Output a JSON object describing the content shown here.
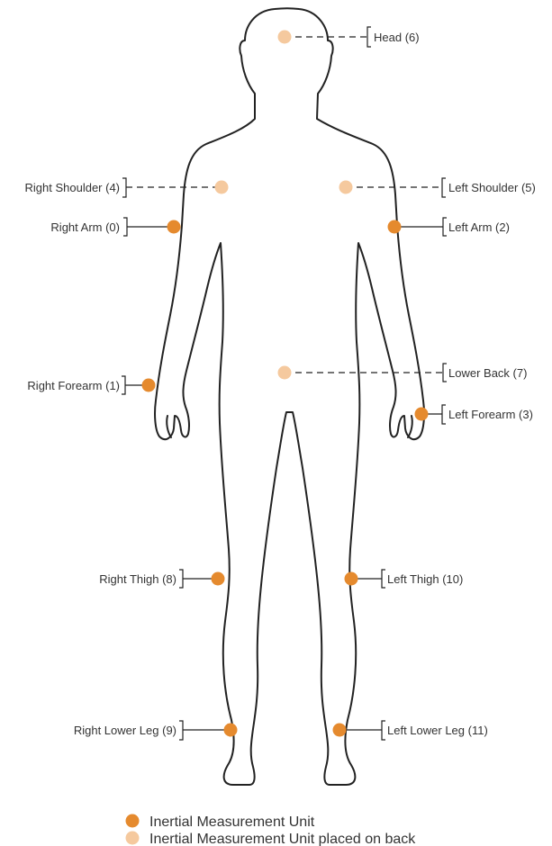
{
  "colors": {
    "front_unit": "#E58A2E",
    "back_unit": "#F5C99E",
    "outline": "#222222",
    "text": "#333333"
  },
  "sensors": [
    {
      "id": "head",
      "label": "Head (6)",
      "placement": "back"
    },
    {
      "id": "right-shoulder",
      "label": "Right Shoulder (4)",
      "placement": "back"
    },
    {
      "id": "left-shoulder",
      "label": "Left Shoulder (5)",
      "placement": "back"
    },
    {
      "id": "right-arm",
      "label": "Right Arm (0)",
      "placement": "front"
    },
    {
      "id": "left-arm",
      "label": "Left Arm (2)",
      "placement": "front"
    },
    {
      "id": "lower-back",
      "label": "Lower Back (7)",
      "placement": "back"
    },
    {
      "id": "right-forearm",
      "label": "Right Forearm (1)",
      "placement": "front"
    },
    {
      "id": "left-forearm",
      "label": "Left Forearm (3)",
      "placement": "front"
    },
    {
      "id": "right-thigh",
      "label": "Right Thigh (8)",
      "placement": "front"
    },
    {
      "id": "left-thigh",
      "label": "Left Thigh (10)",
      "placement": "front"
    },
    {
      "id": "right-lower-leg",
      "label": "Right Lower Leg (9)",
      "placement": "front"
    },
    {
      "id": "left-lower-leg",
      "label": "Left Lower Leg (11)",
      "placement": "front"
    }
  ],
  "legend": {
    "front_label": "Inertial Measurement Unit",
    "back_label": "Inertial Measurement Unit placed on back"
  }
}
